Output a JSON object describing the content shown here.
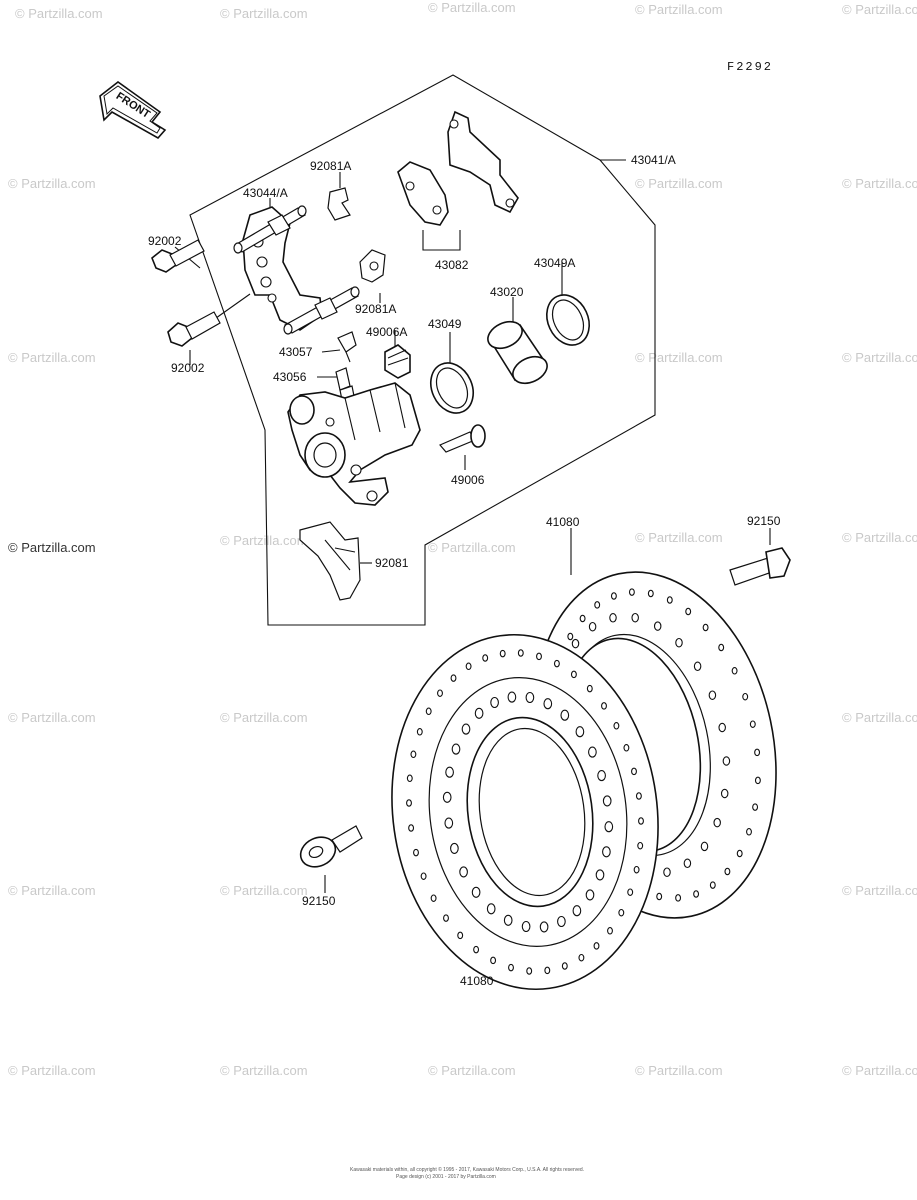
{
  "figure_code": "F2292",
  "front_label": "FRONT",
  "watermark_text": "© Partzilla.com",
  "footer_lines": [
    "Kawasaki materials within, all copyright © 1995 - 2017, Kawasaki Motors Corp., U.S.A. All rights reserved.",
    "Page design (c) 2001 - 2017 by Partzilla.com"
  ],
  "part_labels": {
    "p43041A": "43041/A",
    "p92081A_top": "92081A",
    "p43044A": "43044/A",
    "p92002_top": "92002",
    "p92002_bot": "92002",
    "p43082": "43082",
    "p43049A": "43049A",
    "p43020": "43020",
    "p92081A_mid": "92081A",
    "p49006A": "49006A",
    "p43049": "43049",
    "p43057": "43057",
    "p43056": "43056",
    "p49006": "49006",
    "p41080_top": "41080",
    "p92150_right": "92150",
    "p92081": "92081",
    "p92150_left": "92150",
    "p41080_bot": "41080"
  },
  "colors": {
    "line": "#111111",
    "watermark": "#c9c9c9",
    "background": "#ffffff"
  }
}
